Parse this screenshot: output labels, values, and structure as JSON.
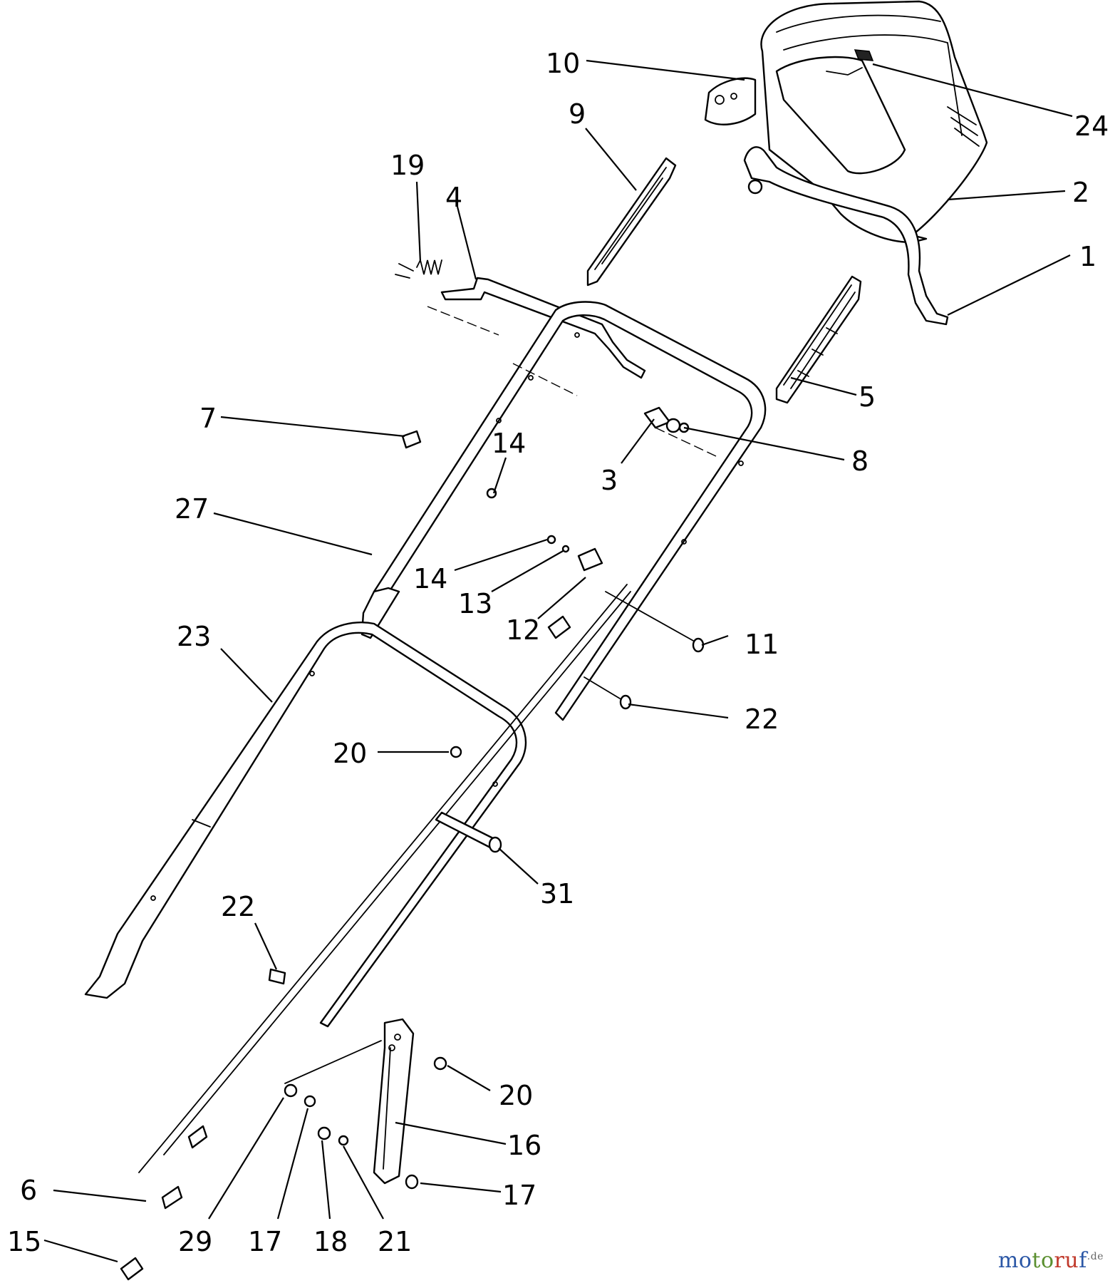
{
  "callouts": [
    {
      "id": "c10",
      "label": "10"
    },
    {
      "id": "c24",
      "label": "24"
    },
    {
      "id": "c9",
      "label": "9"
    },
    {
      "id": "c19",
      "label": "19"
    },
    {
      "id": "c4",
      "label": "4"
    },
    {
      "id": "c2",
      "label": "2"
    },
    {
      "id": "c1",
      "label": "1"
    },
    {
      "id": "c5",
      "label": "5"
    },
    {
      "id": "c7",
      "label": "7"
    },
    {
      "id": "c14a",
      "label": "14"
    },
    {
      "id": "c8",
      "label": "8"
    },
    {
      "id": "c3",
      "label": "3"
    },
    {
      "id": "c27",
      "label": "27"
    },
    {
      "id": "c14b",
      "label": "14"
    },
    {
      "id": "c13",
      "label": "13"
    },
    {
      "id": "c12",
      "label": "12"
    },
    {
      "id": "c11",
      "label": "11"
    },
    {
      "id": "c23",
      "label": "23"
    },
    {
      "id": "c22a",
      "label": "22"
    },
    {
      "id": "c20a",
      "label": "20"
    },
    {
      "id": "c31",
      "label": "31"
    },
    {
      "id": "c22b",
      "label": "22"
    },
    {
      "id": "c20b",
      "label": "20"
    },
    {
      "id": "c16",
      "label": "16"
    },
    {
      "id": "c17a",
      "label": "17"
    },
    {
      "id": "c6",
      "label": "6"
    },
    {
      "id": "c15",
      "label": "15"
    },
    {
      "id": "c29",
      "label": "29"
    },
    {
      "id": "c17b",
      "label": "17"
    },
    {
      "id": "c18",
      "label": "18"
    },
    {
      "id": "c21",
      "label": "21"
    }
  ],
  "watermark": {
    "part_a": "mo",
    "part_b": "to",
    "part_c": "ru",
    "part_d": "f",
    "suffix": ".de"
  }
}
